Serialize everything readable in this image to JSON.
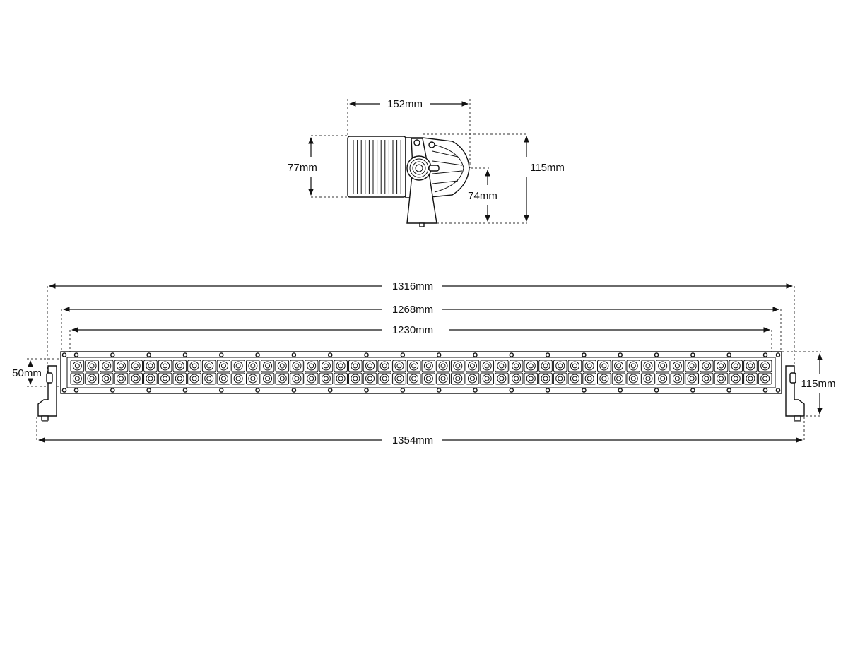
{
  "side_view": {
    "width_label": "152mm",
    "lens_height_label": "77mm",
    "total_height_label": "115mm",
    "mount_height_label": "74mm"
  },
  "front_view": {
    "overall_width_label": "1316mm",
    "body_width_label": "1268mm",
    "lens_width_label": "1230mm",
    "bracket_width_label": "1354mm",
    "lens_height_label": "50mm",
    "total_height_label": "115mm",
    "led_columns": 48,
    "led_rows": 2
  },
  "icons": [
    "dimension-arrow-icon",
    "led-lens-icon",
    "screw-icon",
    "mounting-bracket-icon",
    "pivot-knob-icon"
  ]
}
